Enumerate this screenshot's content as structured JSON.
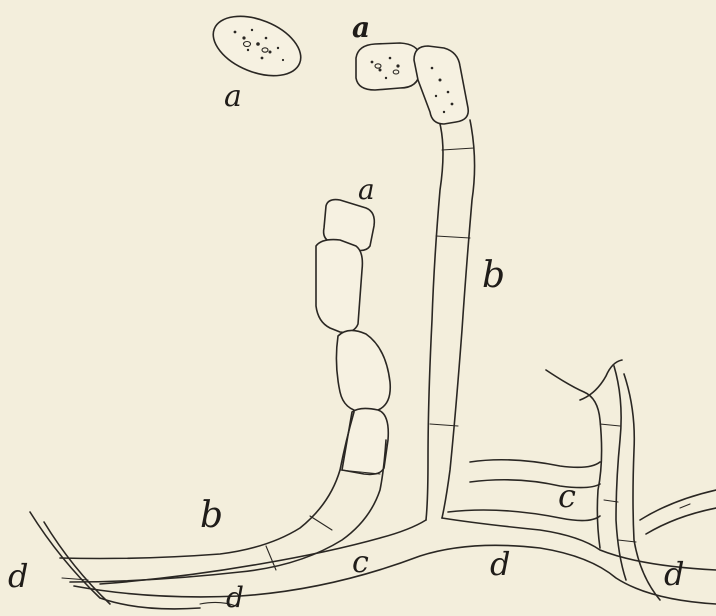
{
  "figure": {
    "labels": {
      "spore_top_left": "a",
      "spore_top_middle": "a",
      "spore_left_chain": "a",
      "hypha_right": "b",
      "hypha_left": "b",
      "mycelium_bottom_center": "c",
      "mycelium_right": "c",
      "thread_left_edge": "d",
      "thread_bottom": "d",
      "thread_center": "d",
      "thread_right": "d"
    }
  }
}
